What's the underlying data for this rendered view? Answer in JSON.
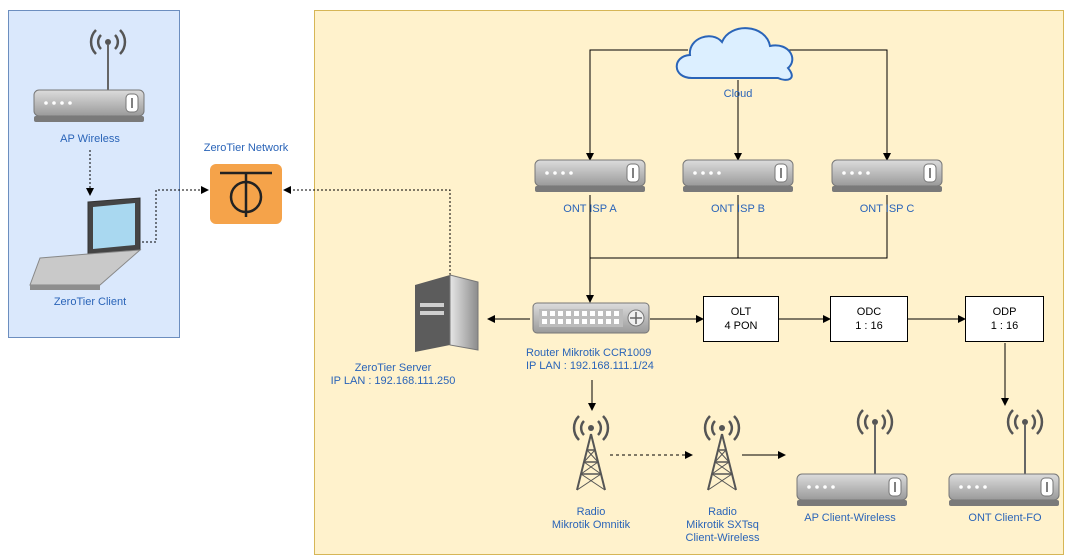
{
  "labels": {
    "ap_wireless": "AP Wireless",
    "zerotier_client": "ZeroTier Client",
    "zerotier_network": "ZeroTier Network",
    "cloud": "Cloud",
    "ont_isp_a": "ONT ISP A",
    "ont_isp_b": "ONT ISP B",
    "ont_isp_c": "ONT ISP C",
    "zerotier_server_name": "ZeroTier Server",
    "zerotier_server_ip": "IP LAN : 192.168.111.250",
    "router_name": "Router Mikrotik CCR1009",
    "router_ip": "IP LAN : 192.168.111.1/24",
    "radio_omni_line1": "Radio",
    "radio_omni_line2": "Mikrotik Omnitik",
    "radio_sxtsq_line1": "Radio",
    "radio_sxtsq_line2": "Mikrotik SXTsq",
    "radio_sxtsq_line3": "Client-Wireless",
    "ap_client_wireless": "AP Client-Wireless",
    "ont_client_fo": "ONT Client-FO"
  },
  "boxes": {
    "olt_line1": "OLT",
    "olt_line2": "4 PON",
    "odc_line1": "ODC",
    "odc_line2": "1 : 16",
    "odp_line1": "ODP",
    "odp_line2": "1 : 16"
  },
  "colors": {
    "client_zone_fill": "#dae8fc",
    "network_zone_fill": "#fff2cc",
    "label_text": "#2a64b8",
    "zerotier_icon": "#f5a34a",
    "cloud_fill": "#dcefff"
  },
  "icons": [
    "wifi-antenna-icon",
    "ont-device-icon",
    "laptop-icon",
    "zerotier-icon",
    "cloud-icon",
    "server-tower-icon",
    "network-switch-icon",
    "radio-tower-icon"
  ]
}
